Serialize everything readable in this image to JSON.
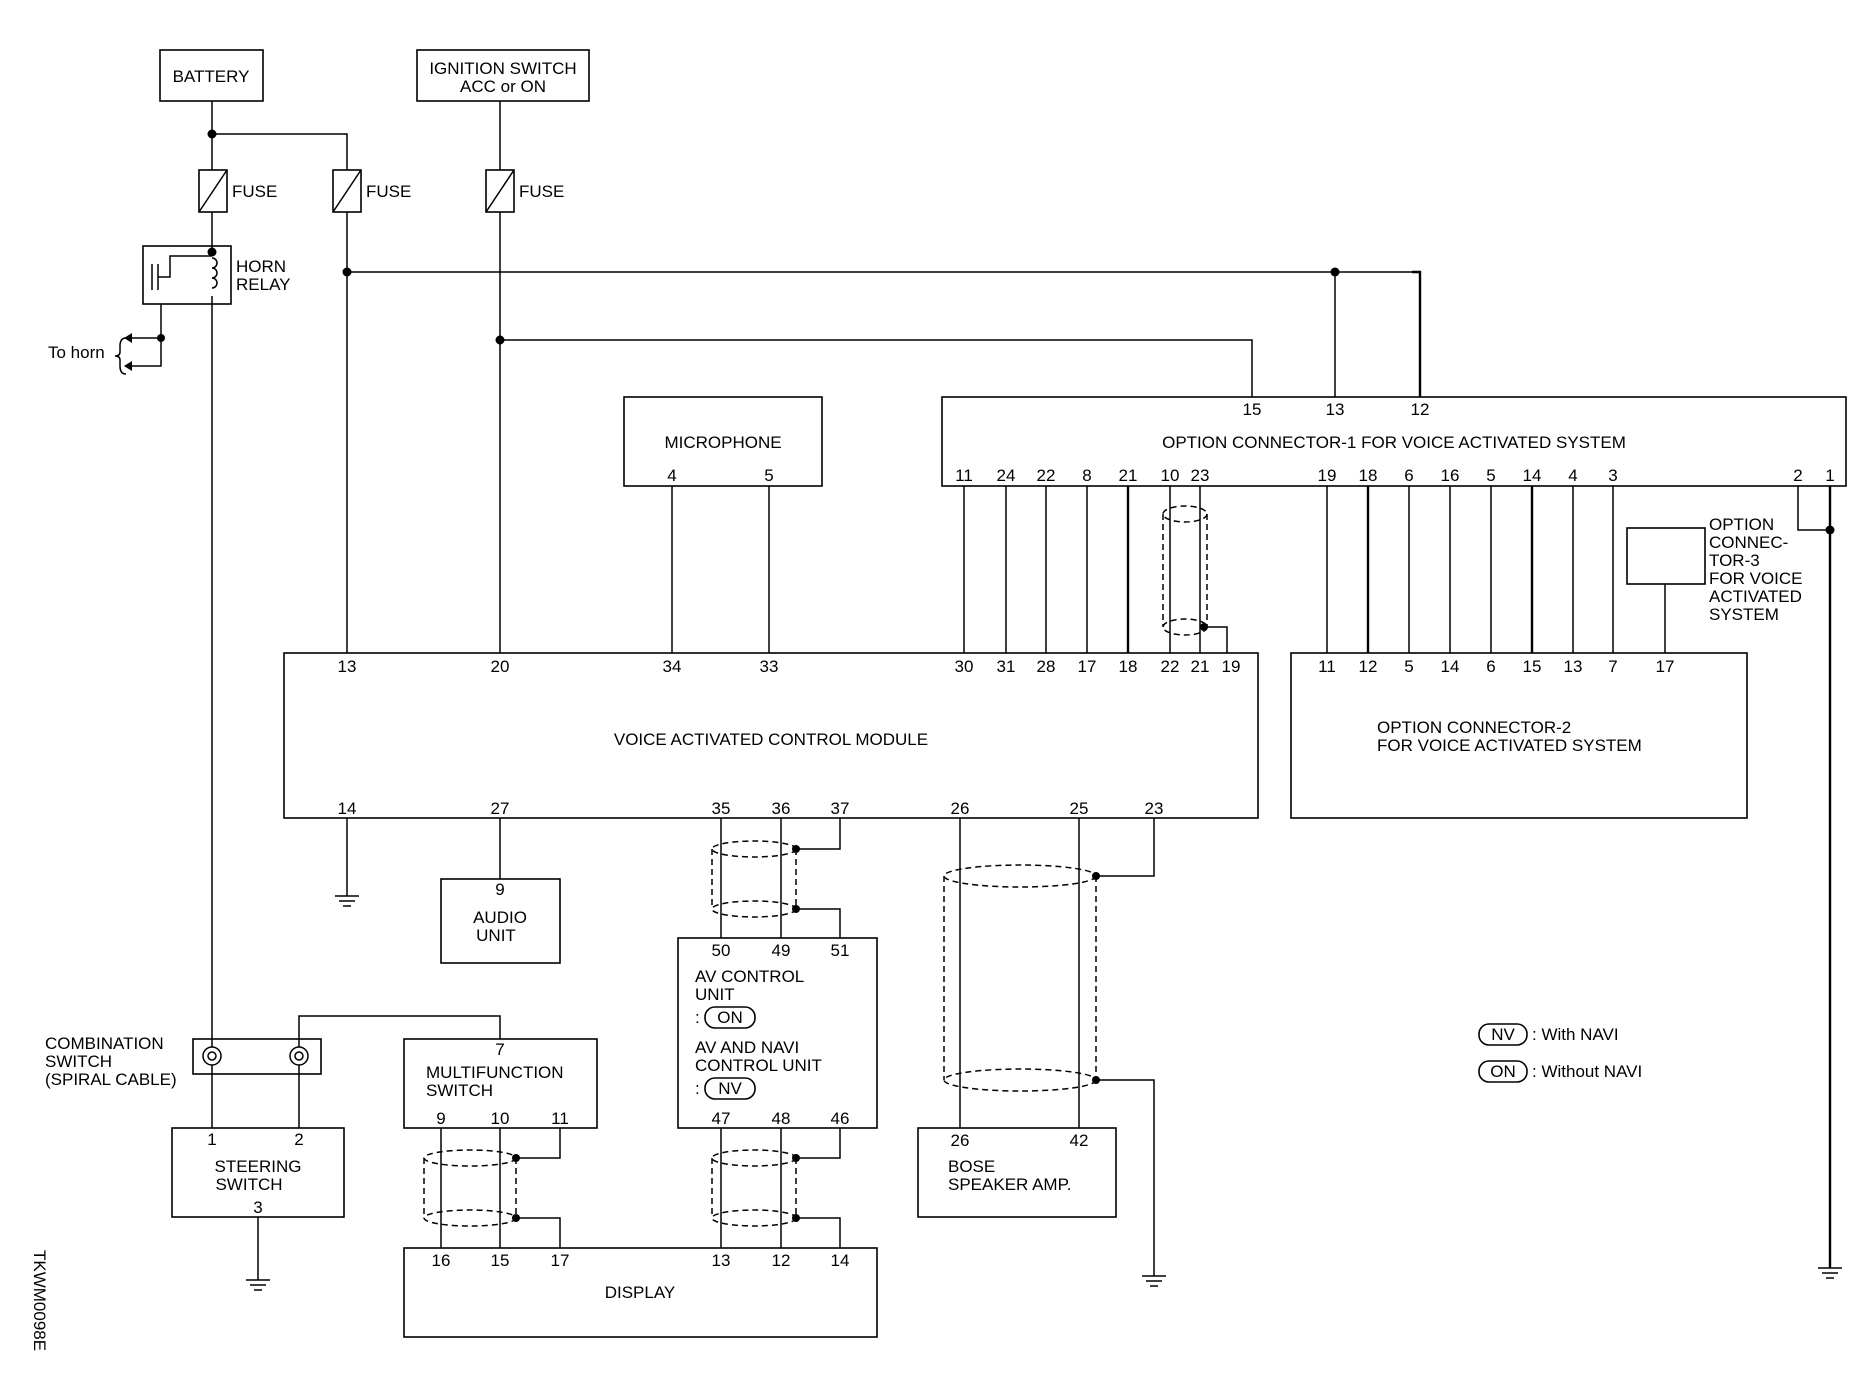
{
  "labels": {
    "battery": "BATTERY",
    "ignition_line1": "IGNITION SWITCH",
    "ignition_line2": "ACC or ON",
    "fuse": "FUSE",
    "horn_relay_line1": "HORN",
    "horn_relay_line2": "RELAY",
    "to_horn": "To horn",
    "microphone": "MICROPHONE",
    "opt1": "OPTION CONNECTOR-1 FOR VOICE ACTIVATED SYSTEM",
    "opt2_line1": "OPTION CONNECTOR-2",
    "opt2_line2": "FOR VOICE ACTIVATED SYSTEM",
    "opt3_lines": [
      "OPTION",
      "CONNEC-",
      "TOR-3",
      "FOR VOICE",
      "ACTIVATED",
      "SYSTEM"
    ],
    "vacm": "VOICE ACTIVATED CONTROL MODULE",
    "audio_line1": "AUDIO",
    "audio_line2": "UNIT",
    "av_control_line1": "AV CONTROL",
    "av_control_line2": "UNIT",
    "av_navi_line1": "AV AND NAVI",
    "av_navi_line2": "CONTROL UNIT",
    "combination_lines": [
      "COMBINATION",
      "SWITCH",
      "(SPIRAL CABLE)"
    ],
    "multifunction_line1": "MULTIFUNCTION",
    "multifunction_line2": "SWITCH",
    "steering_line1": "STEERING",
    "steering_line2": "SWITCH",
    "bose_line1": "BOSE",
    "bose_line2": "SPEAKER AMP.",
    "display": "DISPLAY",
    "image_code": "TKWM0098E",
    "colon": ":"
  },
  "legend": {
    "nv_badge": "NV",
    "nv_text": ": With NAVI",
    "on_badge": "ON",
    "on_text": ": Without NAVI"
  },
  "pins": {
    "opt1_top": [
      "15",
      "13",
      "12"
    ],
    "opt1_bottom": [
      "11",
      "24",
      "22",
      "8",
      "21",
      "10",
      "23",
      "19",
      "18",
      "6",
      "16",
      "5",
      "14",
      "4",
      "3",
      "2",
      "1"
    ],
    "microphone": [
      "4",
      "5"
    ],
    "vacm_top": [
      "13",
      "20",
      "34",
      "33",
      "30",
      "31",
      "28",
      "17",
      "18",
      "22",
      "21",
      "19"
    ],
    "vacm_bottom": [
      "14",
      "27",
      "35",
      "36",
      "37",
      "26",
      "25",
      "23"
    ],
    "opt2": [
      "11",
      "12",
      "5",
      "14",
      "6",
      "15",
      "13",
      "7",
      "17"
    ],
    "audio": [
      "9"
    ],
    "av_top": [
      "50",
      "49",
      "51"
    ],
    "av_bottom": [
      "47",
      "48",
      "46"
    ],
    "multifunction_top": [
      "7"
    ],
    "multifunction_bottom": [
      "9",
      "10",
      "11"
    ],
    "steering_top": [
      "1",
      "2"
    ],
    "steering_bottom": [
      "3"
    ],
    "bose": [
      "26",
      "42"
    ],
    "display": [
      "16",
      "15",
      "17",
      "13",
      "12",
      "14"
    ]
  }
}
